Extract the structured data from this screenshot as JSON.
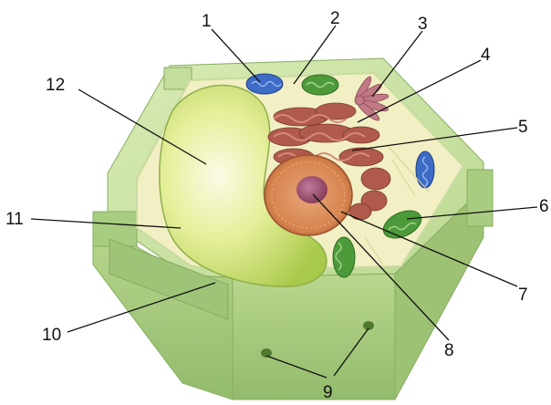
{
  "diagram": {
    "labels": {
      "l1": "1",
      "l2": "2",
      "l3": "3",
      "l4": "4",
      "l5": "5",
      "l6": "6",
      "l7": "7",
      "l8": "8",
      "l9": "9",
      "l10": "10",
      "l11": "11",
      "l12": "12"
    },
    "colors": {
      "cell_wall_light": "#cfe3a6",
      "cell_wall_mid": "#b5d48a",
      "cell_wall_dark": "#8fb86a",
      "cytoplasm": "#f2f0c6",
      "vacuole": "#d8e86a",
      "nucleus": "#d88a54",
      "nucleolus": "#9a4a6a",
      "endoplasmic_reticulum": "#b0574a",
      "chloroplast": "#4f9a3e",
      "mitochondrion": "#3f6fc8",
      "golgi": "#b06a78"
    }
  }
}
